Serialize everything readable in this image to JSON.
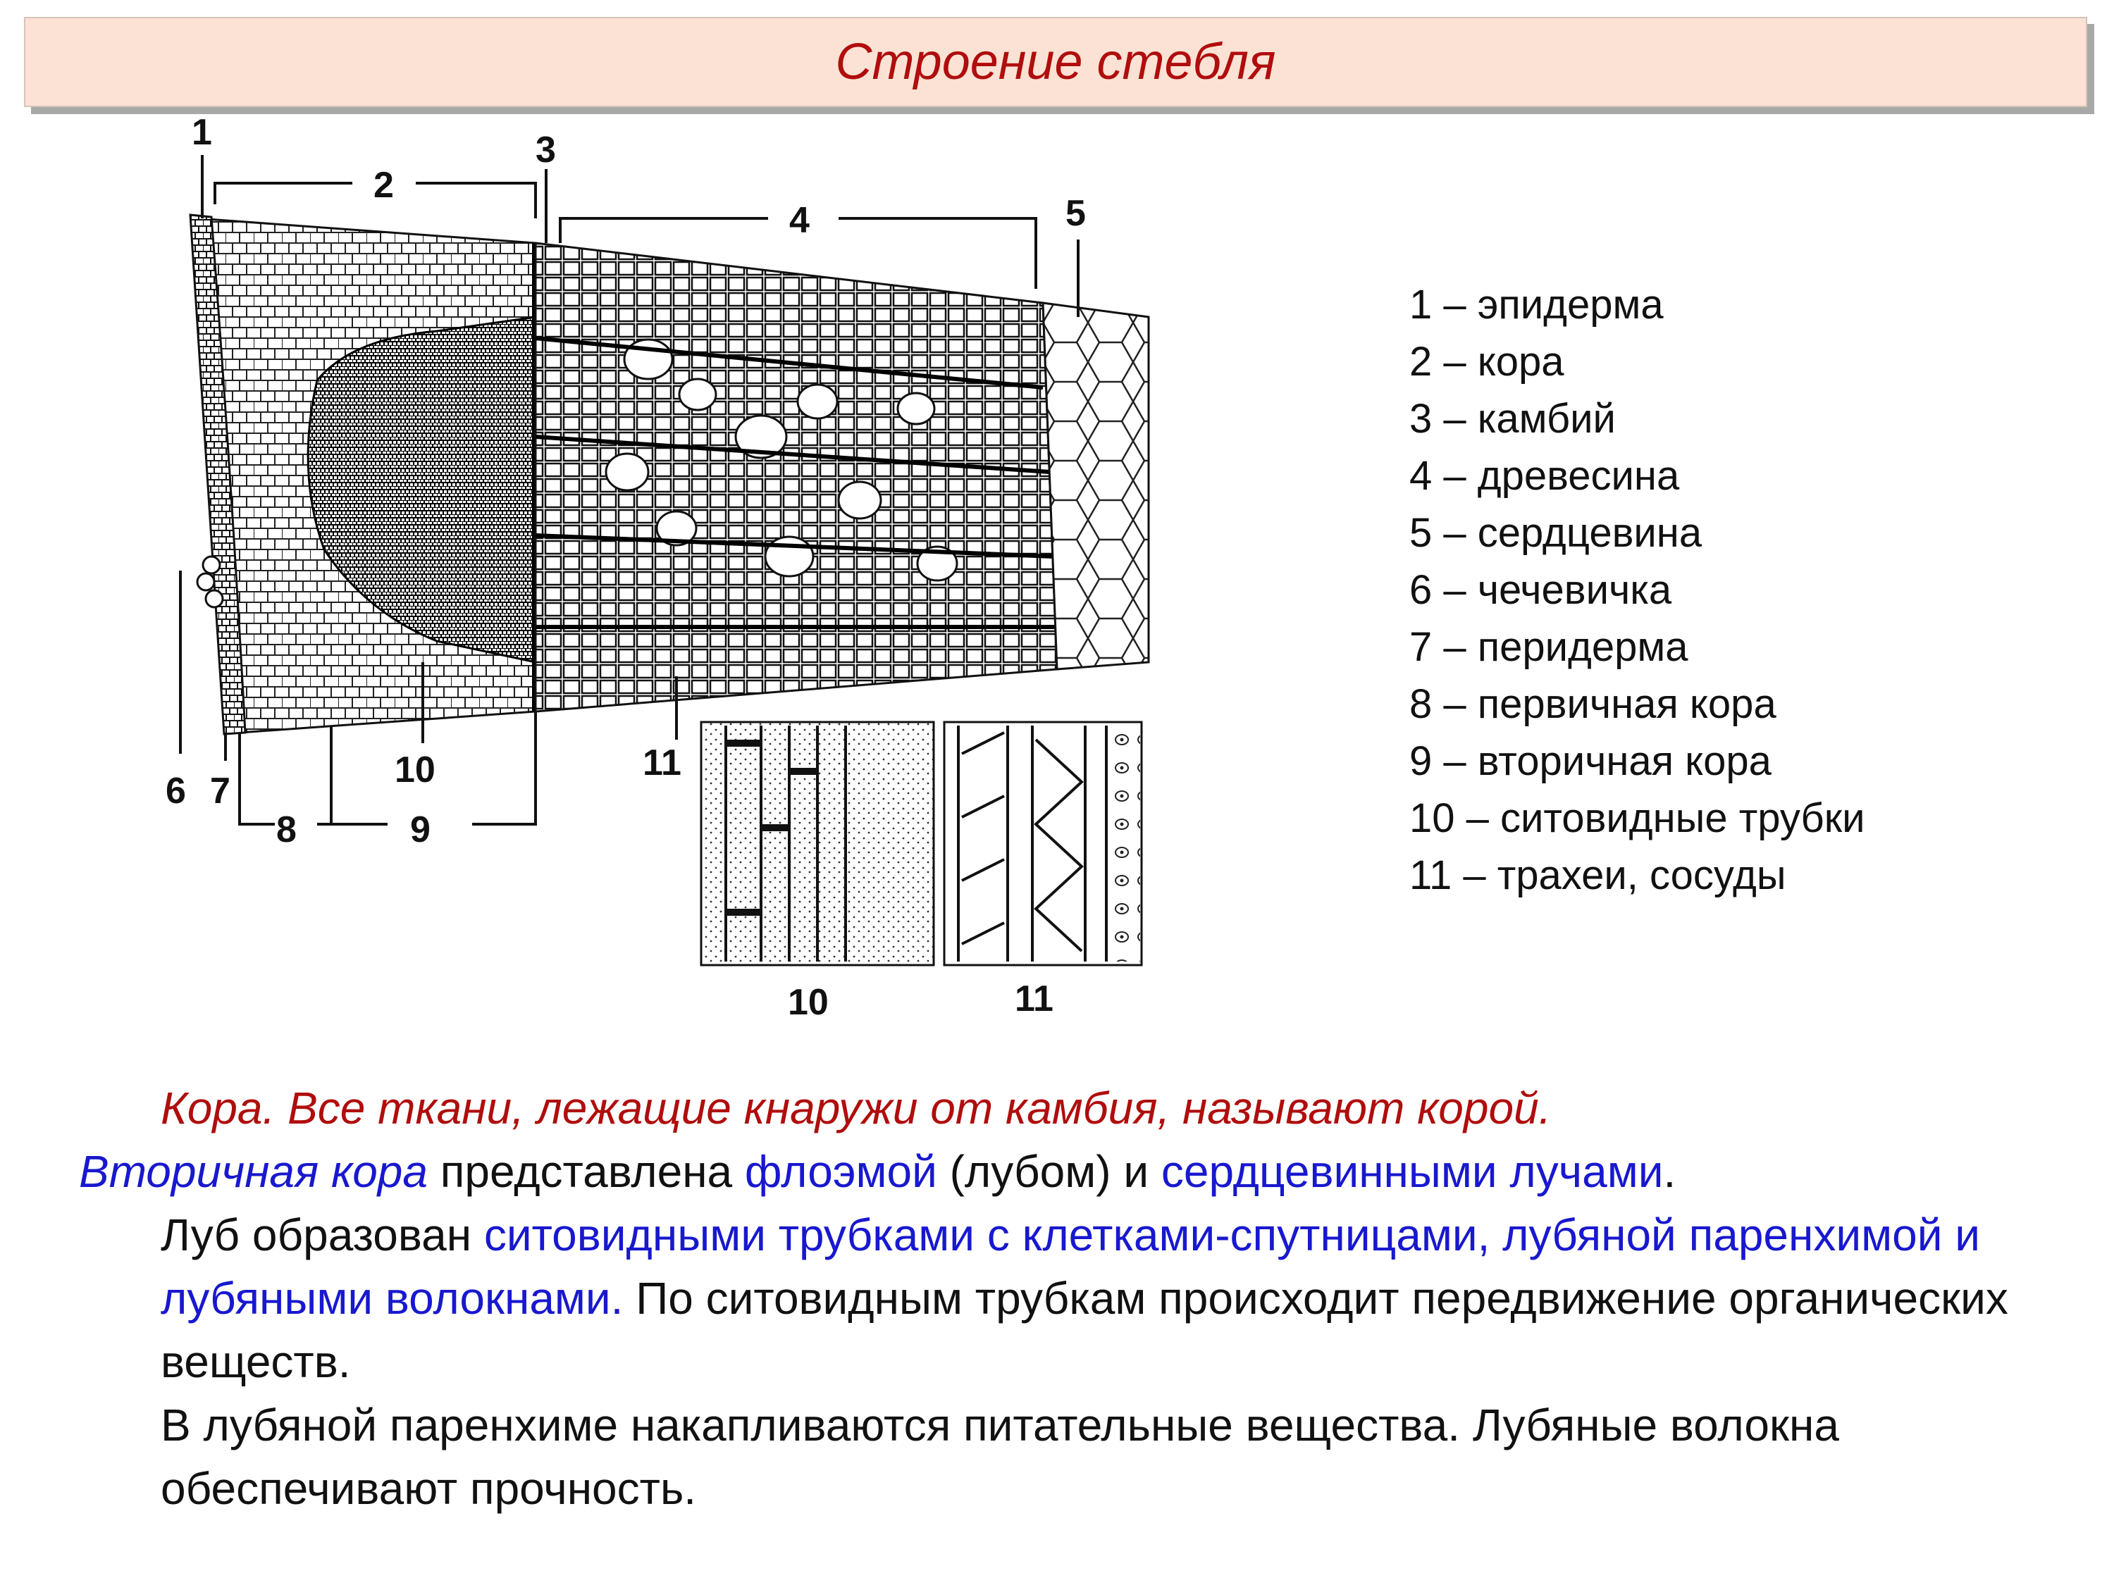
{
  "title": "Строение стебля",
  "figure": {
    "labels": [
      "1",
      "2",
      "3",
      "4",
      "5",
      "6",
      "7",
      "8",
      "9",
      "10",
      "11"
    ],
    "inset_labels": [
      "10",
      "11"
    ]
  },
  "legend": [
    "1 – эпидерма",
    "2 – кора",
    "3 – камбий",
    "4 – древесина",
    "5 – сердцевина",
    "6 – чечевичка",
    "7 – перидерма",
    "8 – первичная кора",
    "9 – вторичная кора",
    "10 – ситовидные трубки",
    "11 – трахеи, сосуды"
  ],
  "text": {
    "p1": "Кора. Все ткани, лежащие кнаружи от камбия, называют корой.",
    "p2": {
      "t1": "Вторичная кора",
      "t2": " представлена ",
      "t3": "флоэмой",
      "t4": " (лубом) и ",
      "t5": "сердцевинными лучами",
      "t6": "."
    },
    "p3": {
      "t1": "Луб образован ",
      "t2": "ситовидными трубками с клетками-спутницами, лубяной паренхимой и лубяными волокнами.",
      "t3": " По ситовидным трубкам происходит передвижение органических веществ."
    },
    "p4": "В лубяной паренхиме накапливаются питательные вещества. Лубяные волокна обеспечивают прочность."
  },
  "colors": {
    "title_bg": "#fbe2d4",
    "title_text": "#b00d0d",
    "emphasis_red": "#b00d0d",
    "emphasis_blue": "#1818cf"
  }
}
